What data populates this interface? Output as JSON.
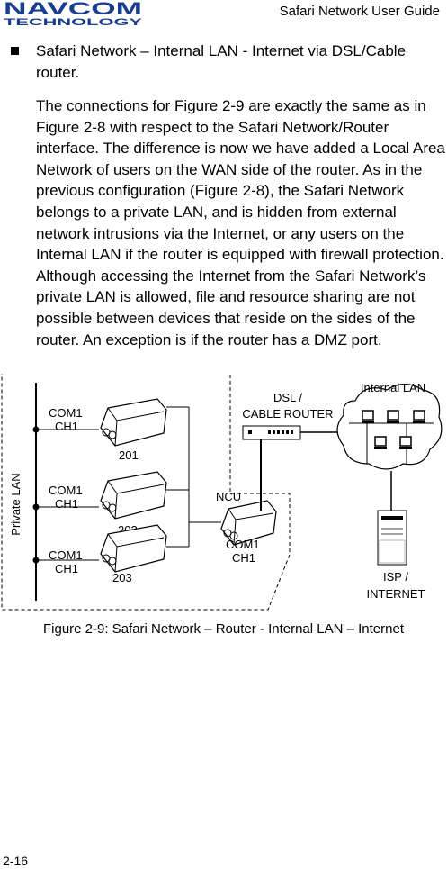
{
  "header": {
    "logo_text": "NAVCOM",
    "logo_subtext": "TECHNOLOGY",
    "doc_title": "Safari Network User Guide"
  },
  "bullet_item": "Safari Network – Internal LAN - Internet via DSL/Cable router.",
  "paragraph": "The connections for Figure 2-9 are exactly the same as in Figure 2-8 with respect to the Safari Network/Router interface. The difference is now we have added a Local Area Network of users on the WAN side of the router. As in the previous configuration (Figure 2-8), the Safari Network belongs to a private LAN, and is hidden from external network intrusions via the Internet, or any users on the Internal LAN if the router is equipped with firewall protection. Although accessing the Internet from the Safari Network’s private LAN is allowed, file and resource sharing are not possible between devices that reside on the sides of the router. An exception is if the router has a DMZ port.",
  "diagram": {
    "private_lan": "Private LAN",
    "router_line1": "DSL /",
    "router_line2": "CABLE ROUTER",
    "internal_lan": "Internal LAN",
    "ncu": "NCU",
    "ncu_port1": "COM1",
    "ncu_port2": "CH1",
    "isp_line1": "ISP /",
    "isp_line2": "INTERNET",
    "units": [
      {
        "port1": "COM1",
        "port2": "CH1",
        "id": "201"
      },
      {
        "port1": "COM1",
        "port2": "CH1",
        "id": "202"
      },
      {
        "port1": "COM1",
        "port2": "CH1",
        "id": "203"
      }
    ]
  },
  "caption": "Figure 2-9: Safari Network – Router - Internal LAN – Internet",
  "page_number": "2-16"
}
